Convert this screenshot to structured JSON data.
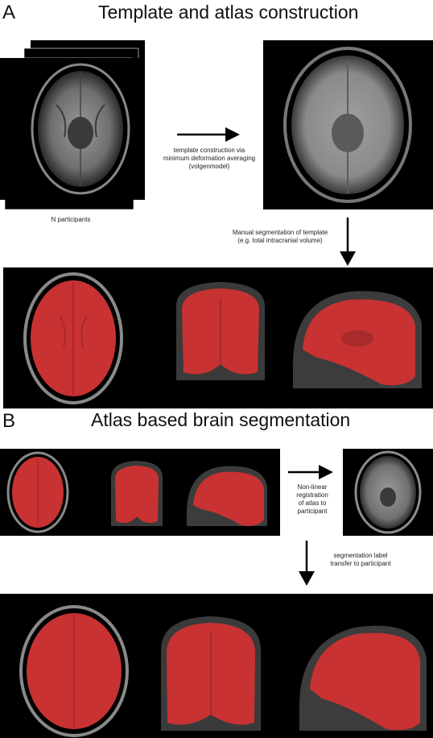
{
  "panel_a": {
    "letter": "A",
    "title": "Template and atlas construction",
    "n_participants_label": "N participants",
    "arrow1_caption": [
      "template construction via",
      "minimum deformation averaging",
      "(volgenmodel)"
    ],
    "arrow2_caption": [
      "Manual segmentation of template",
      "(e.g. total intracranial volume)"
    ]
  },
  "panel_b": {
    "letter": "B",
    "title": "Atlas based brain segmentation",
    "arrow1_caption": [
      "Non-linear",
      "registration",
      "of atlas to",
      "participant"
    ],
    "arrow2_caption": [
      "segmentation label",
      "transfer to participant"
    ]
  },
  "colors": {
    "segmentation_red": "#c83232",
    "background": "#000000",
    "arrow": "#000000"
  }
}
